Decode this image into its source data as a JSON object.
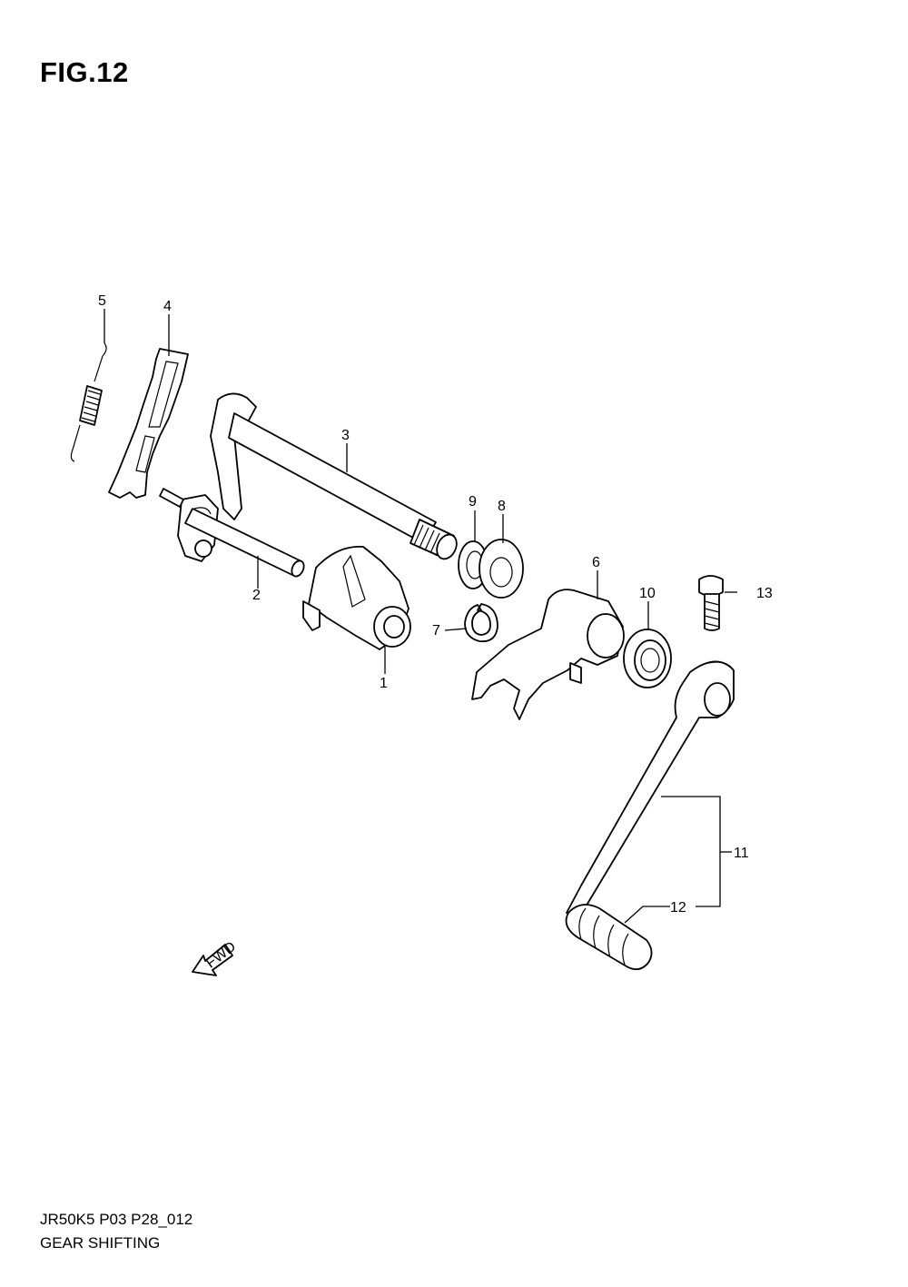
{
  "figure": {
    "title": "FIG.12"
  },
  "footer": {
    "code": "JR50K5 P03 P28_012",
    "name": "GEAR SHIFTING"
  },
  "fwd_arrow": {
    "label": "FWD"
  },
  "callouts": [
    "1",
    "2",
    "3",
    "4",
    "5",
    "6",
    "7",
    "8",
    "9",
    "10",
    "11",
    "12",
    "13"
  ]
}
